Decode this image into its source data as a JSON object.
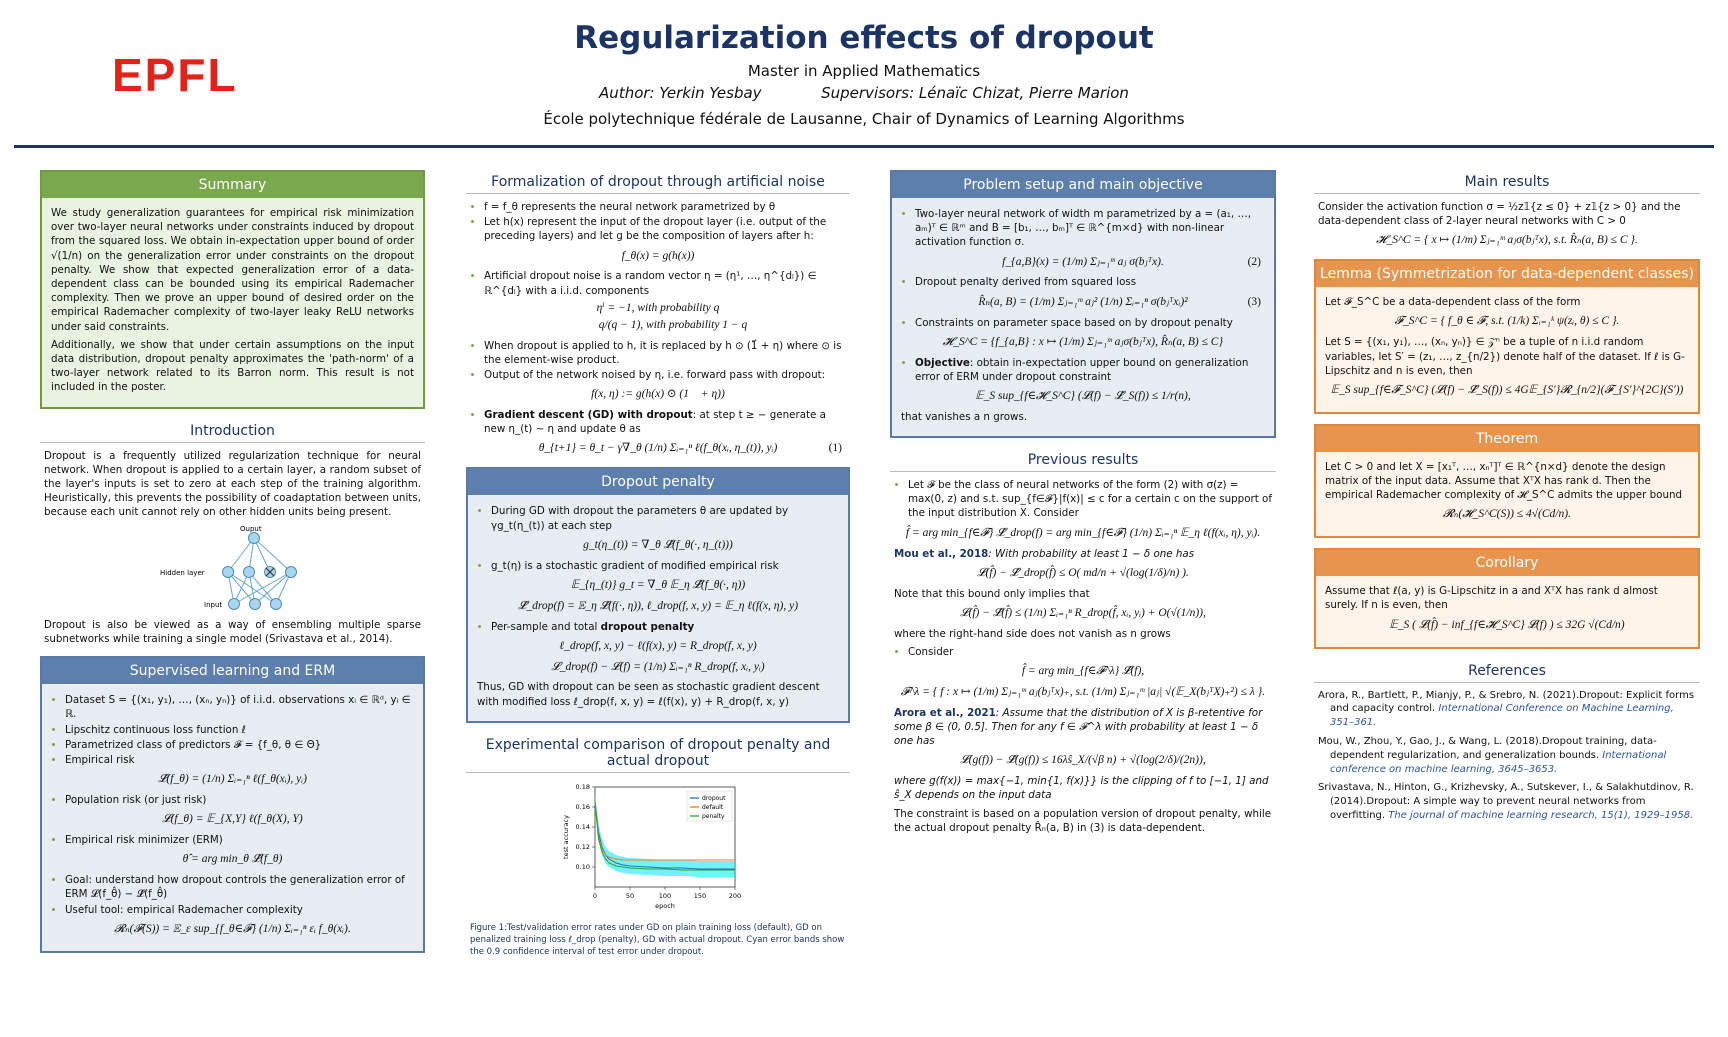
{
  "header": {
    "logo": "EPFL",
    "title": "Regularization effects of dropout",
    "program": "Master in Applied Mathematics",
    "author": "Author: Yerkin Yesbay",
    "supervisors": "Supervisors: Lénaïc Chizat, Pierre Marion",
    "affiliation": "École polytechnique fédérale de Lausanne, Chair of Dynamics of Learning Algorithms",
    "logo_color": "#e2231a",
    "title_color": "#1c3464"
  },
  "summary": {
    "title": "Summary",
    "p1": "We study generalization guarantees for empirical risk minimization over two-layer neural networks under constraints induced by dropout from the squared loss. We obtain in-expectation upper bound of order √(1/n) on the generalization error under constraints on the dropout penalty. We show that expected generalization error of a data-dependent class can be bounded using its empirical Rademacher complexity. Then we prove an upper bound of desired order on the empirical Rademacher complexity of two-layer leaky ReLU networks under said constraints.",
    "p2": "Additionally, we show that under certain assumptions on the input data distribution, dropout penalty approximates the 'path-norm' of a two-layer network related to its Barron norm. This result is not included in the poster."
  },
  "introduction": {
    "title": "Introduction",
    "p1": "Dropout is a frequently utilized regularization technique for neural network. When dropout is applied to a certain layer, a random subset of the layer's inputs is set to zero at each step of the training algorithm. Heuristically, this prevents the possibility of coadaptation between units, because each unit cannot rely on other hidden units being present.",
    "diagram": {
      "output": "Ouput",
      "hidden": "Hidden layer",
      "input": "Input"
    },
    "p2": "Dropout is also be viewed as a way of ensembling multiple sparse subnetworks while training a single model (Srivastava et al., 2014)."
  },
  "supervised": {
    "title": "Supervised learning and ERM",
    "items": [
      "Dataset S = {(x₁, y₁), …, (xₙ, yₙ)} of i.i.d. observations xᵢ ∈ ℝᵈ, yᵢ ∈ ℝ.",
      "Lipschitz continuous loss function ℓ",
      "Parametrized class of predictors 𝓕 = {f_θ, θ ∈ Θ}",
      "Empirical risk"
    ],
    "eq_empirical": "𝓛̂(f_θ) = (1/n) Σᵢ₌₁ⁿ ℓ(f_θ(xᵢ), yᵢ)",
    "item_pop": "Population risk (or just risk)",
    "eq_pop": "𝓛(f_θ) = 𝔼_{X,Y} ℓ(f_θ(X), Y)",
    "item_erm": "Empirical risk minimizer (ERM)",
    "eq_erm": "θ̂ = arg min_θ 𝓛̂(f_θ)",
    "item_goal": "Goal: understand how dropout controls the generalization error of ERM 𝓛(f_θ̂) − 𝓛̂(f_θ̂)",
    "item_tool": "Useful tool: empirical Rademacher complexity",
    "eq_rad": "𝓡ₙ(𝓕(S)) = 𝔼_ε sup_{f_θ∈𝓕} (1/n) Σᵢ₌₁ⁿ εᵢ f_θ(xᵢ)."
  },
  "formalization": {
    "title": "Formalization of dropout through artificial noise",
    "items": [
      "f = f_θ represents the neural network parametrized by θ",
      "Let h(x) represent the input of the dropout layer (i.e. output of the preceding layers) and let g be the composition of layers after h:"
    ],
    "eq_f": "f_θ(x) = g(h(x))",
    "item_noise": "Artificial dropout noise is a random vector η = (η¹, …, η^{dₗ}) ∈ ℝ^{dₗ} with a i.i.d. components",
    "eq_noise_a": "ηⁱ = −1, with probability q",
    "eq_noise_b": "q/(q − 1), with probability 1 − q",
    "item_applied": "When dropout is applied to h, it is replaced by h ⊙ (1⃗ + η) where ⊙ is the element-wise product.",
    "item_output": "Output of the network noised by η, i.e. forward pass with dropout:",
    "eq_output": "f(x, η) := g(h(x) ⊙ (1⃗ + η))",
    "item_gd_bold": "Gradient descent (GD) with dropout",
    "item_gd": ": at step t ≥ − generate a new η_(t) ∼ η and update θ as",
    "eq_gd": "θ_{t+1} = θ_t − γ∇_θ (1/n) Σᵢ₌₁ⁿ ℓ(f_θ(xᵢ, η_(t)), yᵢ)",
    "eq_gd_num": "(1)"
  },
  "dropout_penalty": {
    "title": "Dropout penalty",
    "item1": "During GD with dropout the parameters θ are updated by γg_t(η_(t)) at each step",
    "eq1": "g_t(η_(t)) = ∇_θ 𝓛̂(f_θ(·, η_(t)))",
    "item2": "g_t(η) is a stochastic gradient of modified empirical risk",
    "eq2": "𝔼_{η_(t)} g_t = ∇_θ 𝔼_η 𝓛̂(f_θ(·, η))",
    "eq3": "𝓛̂_drop(f) = 𝔼_η 𝓛̂(f(·, η)),  ℓ_drop(f, x, y) = 𝔼_η ℓ(f(x, η), y)",
    "item3_pre": "Per-sample and total ",
    "item3_bold": "dropout penalty",
    "eq4": "ℓ_drop(f, x, y) − ℓ(f(x), y) = R_drop(f, x, y)",
    "eq5": "𝓛_drop(f) − 𝓛(f) = (1/n) Σᵢ₌₁ⁿ R_drop(f, xᵢ, yᵢ)",
    "p": "Thus, GD with dropout can be seen as stochastic gradient descent with modified loss ℓ_drop(f, x, y) = ℓ(f(x), y) + R_drop(f, x, y)"
  },
  "experiment": {
    "title": "Experimental comparison of dropout penalty and actual dropout",
    "caption": "Figure 1:Test/validation error rates under GD on plain training loss (default), GD on penalized training loss ℓ_drop (penalty), GD with actual dropout. Cyan error bands show the 0.9 confidence interval of test error under dropout."
  },
  "chart_data": {
    "type": "line",
    "xlabel": "epoch",
    "ylabel": "test accuracy",
    "xlim": [
      0,
      200
    ],
    "ylim": [
      0.08,
      0.18
    ],
    "xticks": [
      "0",
      "50",
      "100",
      "150",
      "200"
    ],
    "yticks": [
      "0.10",
      "0.12",
      "0.14",
      "0.16",
      "0.18"
    ],
    "legend_position": "top-right",
    "x": [
      0,
      5,
      10,
      15,
      20,
      30,
      40,
      50,
      75,
      100,
      125,
      150,
      175,
      200
    ],
    "series": [
      {
        "name": "dropout",
        "color": "#1f77b4",
        "values": [
          0.165,
          0.135,
          0.12,
          0.112,
          0.108,
          0.104,
          0.102,
          0.101,
          0.1,
          0.099,
          0.099,
          0.098,
          0.098,
          0.098
        ]
      },
      {
        "name": "default",
        "color": "#ff7f0e",
        "values": [
          0.165,
          0.13,
          0.118,
          0.112,
          0.11,
          0.108,
          0.107,
          0.107,
          0.107,
          0.107,
          0.107,
          0.107,
          0.107,
          0.107
        ]
      },
      {
        "name": "penalty",
        "color": "#2ca02c",
        "values": [
          0.165,
          0.128,
          0.115,
          0.108,
          0.104,
          0.101,
          0.1,
          0.099,
          0.098,
          0.098,
          0.097,
          0.097,
          0.097,
          0.097
        ]
      }
    ]
  },
  "problem": {
    "title": "Problem setup and main objective",
    "item1": "Two-layer neural network of width m parametrized by a = (a₁, …, aₘ)ᵀ ∈ ℝᵐ and B = [b₁, …, bₘ]ᵀ ∈ ℝ^{m×d} with non-linear activation function σ.",
    "eq1": "f_{a,B}(x) = (1/m) Σⱼ₌₁ᵐ aⱼ σ(bⱼᵀx).",
    "eq1_num": "(2)",
    "item2": "Dropout penalty derived from squared loss",
    "eq2": "R̂ₙ(a, B) = (1/m) Σⱼ₌₁ᵐ aⱼ² (1/n) Σᵢ₌₁ⁿ σ(bⱼᵀxᵢ)²",
    "eq2_num": "(3)",
    "item3": "Constraints on parameter space based on by dropout penalty",
    "eq3": "𝓗_S^C = {f_{a,B} : x ↦ (1/m) Σⱼ₌₁ᵐ aⱼσ(bⱼᵀx), R̂ₙ(a, B) ≤ C}",
    "item4_bold": "Objective",
    "item4": ": obtain in-expectation upper bound on generalization error of ERM under dropout constraint",
    "eq4": "𝔼_S sup_{f∈𝓗_S^C} (𝓛(f) − 𝓛̂_S(f)) ≤ 1/r(n),",
    "p": "that vanishes a n grows."
  },
  "previous": {
    "title": "Previous results",
    "item1": "Let 𝓕 be the class of neural networks of the form (2) with σ(z) = max(0, z) and s.t. sup_{f∈𝓕}|f(x)| ≤ c for a certain c on the support of the input distribution X. Consider",
    "eq1": "f̂ = arg min_{f∈𝓕} 𝓛̂_drop(f) = arg min_{f∈𝓕} (1/n) Σᵢ₌₁ⁿ 𝔼_η ℓ(f(xᵢ, η), yᵢ).",
    "mou_bold": "Mou et al., 2018",
    "mou": ": With probability at least 1 − δ one has",
    "eq2": "𝓛(f̂) − 𝓛̂_drop(f̂) ≤ O( md/n + √(log(1/δ)/n) ).",
    "note": "Note that this bound only implies that",
    "eq3": "𝓛(f̂) − 𝓛̂(f̂) ≤ (1/n) Σᵢ₌₁ⁿ R_drop(f̂, xᵢ, yᵢ) + O(√(1/n)),",
    "where": "where the right-hand side does not vanish as n grows",
    "item2": "Consider",
    "eq4": "f̂ = arg min_{f∈𝓕^λ} 𝓛̂(f),",
    "eq5": "𝓕^λ = { f : x ↦ (1/m) Σⱼ₌₁ᵐ aⱼ(bⱼᵀx)₊,  s.t. (1/m) Σⱼ₌₁ᵐ |aⱼ| √(𝔼_X(bⱼᵀX)₊²) ≤ λ }.",
    "arora_bold": "Arora et al., 2021",
    "arora": ": Assume that the distribution of X is β-retentive for some β ∈ (0, 0.5]. Then for any f ∈ 𝓕^λ with probability at least 1 − δ one has",
    "eq6": "𝓛(g(f)) − 𝓛̂(g(f)) ≤ 16λŝ_X/(√β n) + √(log(2/δ)/(2n)),",
    "clip": "where g(f(x)) = max{−1, min{1, f(x)}} is the clipping of f to [−1, 1] and ŝ_X depends on the input data",
    "p": "The constraint is based on a population version of dropout penalty, while the actual dropout penalty R̂ₙ(a, B) in (3) is data-dependent."
  },
  "main_results": {
    "title": "Main results",
    "p": "Consider the activation function σ = ½z𝟙{z ≤ 0} + z𝟙{z > 0} and the data-dependent class of 2-layer neural networks with C > 0",
    "eq": "𝓗_S^C = { x ↦ (1/m) Σⱼ₌₁ᵐ aⱼσ(bⱼᵀx),  s.t. R̂ₙ(a, B) ≤ C }."
  },
  "lemma": {
    "title": "Lemma (Symmetrization for data-dependent classes)",
    "p1": "Let 𝓕_S^C be a data-dependent class of the form",
    "eq1": "𝓕_S^C = { f_θ ∈ 𝓕,  s.t. (1/k) Σᵢ₌₁ᵏ ψ(zᵢ, θ) ≤ C }.",
    "p2": "Let S = {(x₁, y₁), …, (xₙ, yₙ)} ∈ 𝒵ⁿ be a tuple of n i.i.d random variables, let S′ = (z₁, …, z_{n/2}) denote half of the dataset. If ℓ is G-Lipschitz and n is even, then",
    "eq2": "𝔼_S sup_{f∈𝓕_S^C} (𝓛(f) − 𝓛̂_S(f)) ≤ 4G𝔼_{S′}𝓡_{n/2}(𝓕_{S′}^{2C}(S′))"
  },
  "theorem": {
    "title": "Theorem",
    "p": "Let C > 0 and let X = [x₁ᵀ, …, xₙᵀ]ᵀ ∈ ℝ^{n×d} denote the design matrix of the input data. Assume that XᵀX has rank d. Then the empirical Rademacher complexity of 𝓗_S^C admits the upper bound",
    "eq": "𝓡ₙ(𝓗_S^C(S)) ≤ 4√(Cd/n)."
  },
  "corollary": {
    "title": "Corollary",
    "p": "Assume that ℓ(a, y) is G-Lipschitz in a and XᵀX has rank d almost surely. If n is even, then",
    "eq": "𝔼_S ( 𝓛(f̂) − inf_{f∈𝓗_S^C} 𝓛(f) ) ≤ 32G √(Cd/n)"
  },
  "references": {
    "title": "References",
    "items": [
      {
        "text": "Arora, R., Bartlett, P., Mianjy, P., & Srebro, N. (2021).Dropout: Explicit forms and capacity control. ",
        "venue": "International Conference on Machine Learning, 351–361."
      },
      {
        "text": "Mou, W., Zhou, Y., Gao, J., & Wang, L. (2018).Dropout training, data-dependent regularization, and generalization bounds. ",
        "venue": "International conference on machine learning, 3645–3653."
      },
      {
        "text": "Srivastava, N., Hinton, G., Krizhevsky, A., Sutskever, I., & Salakhutdinov, R. (2014).Dropout: A simple way to prevent neural networks from overfitting. ",
        "venue": "The journal of machine learning research, 15(1), 1929–1958."
      }
    ]
  }
}
